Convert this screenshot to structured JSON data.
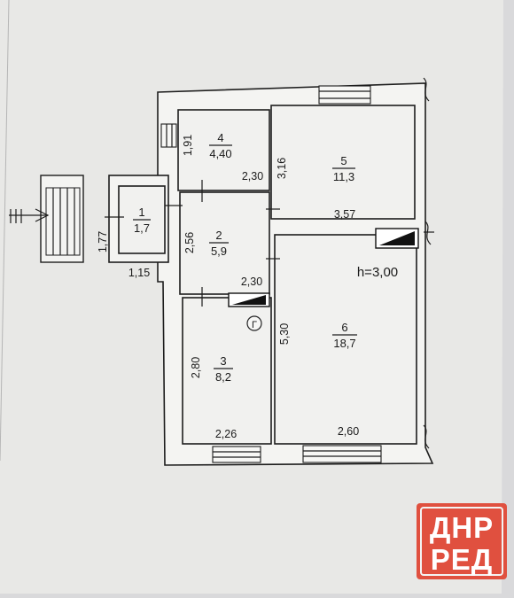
{
  "plan": {
    "rooms": [
      {
        "id": "1",
        "number": "1",
        "area": "1,7"
      },
      {
        "id": "2",
        "number": "2",
        "area": "5,9"
      },
      {
        "id": "3",
        "number": "3",
        "area": "8,2"
      },
      {
        "id": "4",
        "number": "4",
        "area": "4,40"
      },
      {
        "id": "5",
        "number": "5",
        "area": "11,3"
      },
      {
        "id": "6",
        "number": "6",
        "area": "18,7"
      }
    ],
    "dimensions": {
      "r4_height": "1,91",
      "r4_width": "2,30",
      "r5_height": "3,16",
      "r5_width": "3,57",
      "r2_height": "2,56",
      "r2_width": "2,30",
      "r1_height": "1,77",
      "r1_width": "1,15",
      "r3_height": "2,80",
      "r3_width": "2,26",
      "r6_height": "5,30",
      "r6_width": "2,60"
    },
    "ceiling_height": "h=3,00",
    "gas_symbol": "Г"
  },
  "watermark": {
    "line1": "ДНР",
    "line2": "РЕД",
    "color": "#e0503f"
  }
}
